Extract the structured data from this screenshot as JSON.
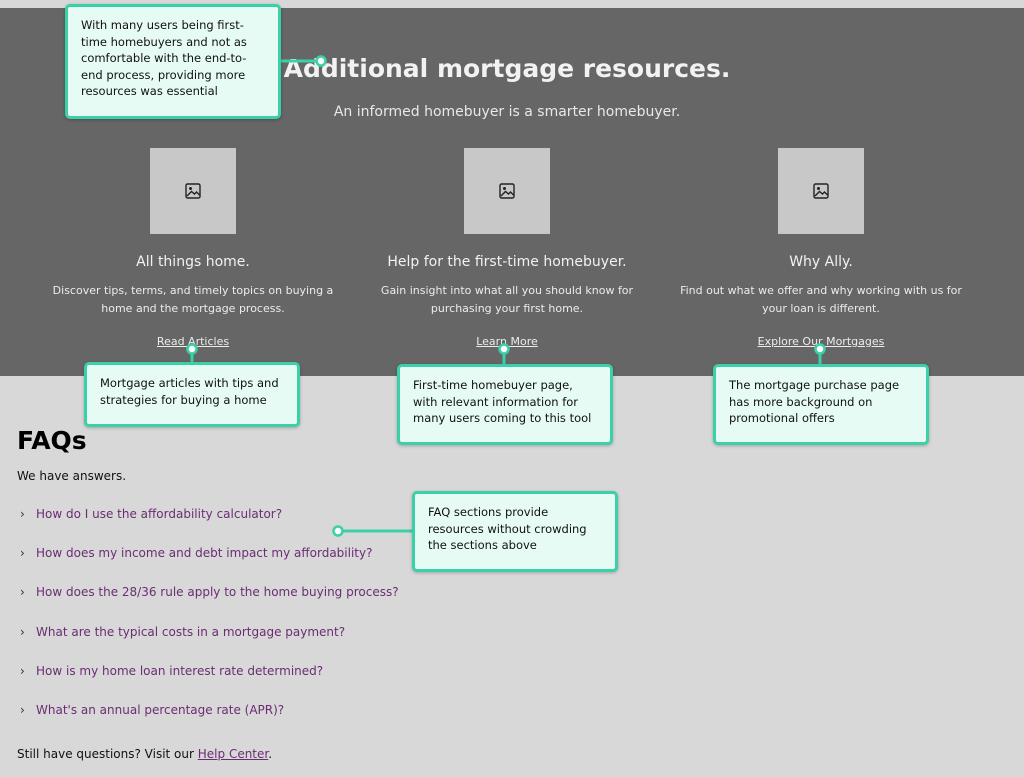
{
  "hero": {
    "title": "Additional mortgage resources.",
    "subtitle": "An informed homebuyer is a smarter homebuyer."
  },
  "cards": [
    {
      "title": "All things home.",
      "description": "Discover tips, terms, and timely topics on buying a home and the mortgage process.",
      "link": "Read Articles",
      "icon": "image-icon"
    },
    {
      "title": "Help for the first-time homebuyer.",
      "description": "Gain insight into what all you should know for purchasing your first home.",
      "link": "Learn More",
      "icon": "image-icon"
    },
    {
      "title": "Why Ally.",
      "description": "Find out what we offer and why working with us for your loan is different.",
      "link": "Explore Our Mortgages",
      "icon": "image-icon"
    }
  ],
  "faq": {
    "title": "FAQs",
    "subtitle": "We have answers.",
    "items": [
      "How do I use the affordability calculator?",
      "How does my income and debt impact my affordability?",
      "How does the 28/36 rule apply to the home buying process?",
      "What are the typical costs in a mortgage payment?",
      "How is my home loan interest rate determined?",
      "What's an annual percentage rate (APR)?"
    ],
    "footer_prefix": "Still have questions? Visit our ",
    "footer_link": "Help Center",
    "footer_suffix": "."
  },
  "annotations": {
    "resources": "With many users being first-time homebuyers and not as comfortable with the end-to-end process, providing more resources was essential",
    "articles": "Mortgage articles with tips and strategies for buying a home",
    "first_time": "First-time homebuyer page, with relevant information for many users coming to this tool",
    "mortgage": "The mortgage purchase page has more background on promotional offers",
    "faq": "FAQ sections provide resources without crowding the sections above"
  },
  "colors": {
    "hero_bg": "#666666",
    "page_bg": "#d8d8d8",
    "callout_border": "#3bd0a8",
    "callout_bg": "#e6fbf4",
    "faq_link": "#6b2c73"
  }
}
